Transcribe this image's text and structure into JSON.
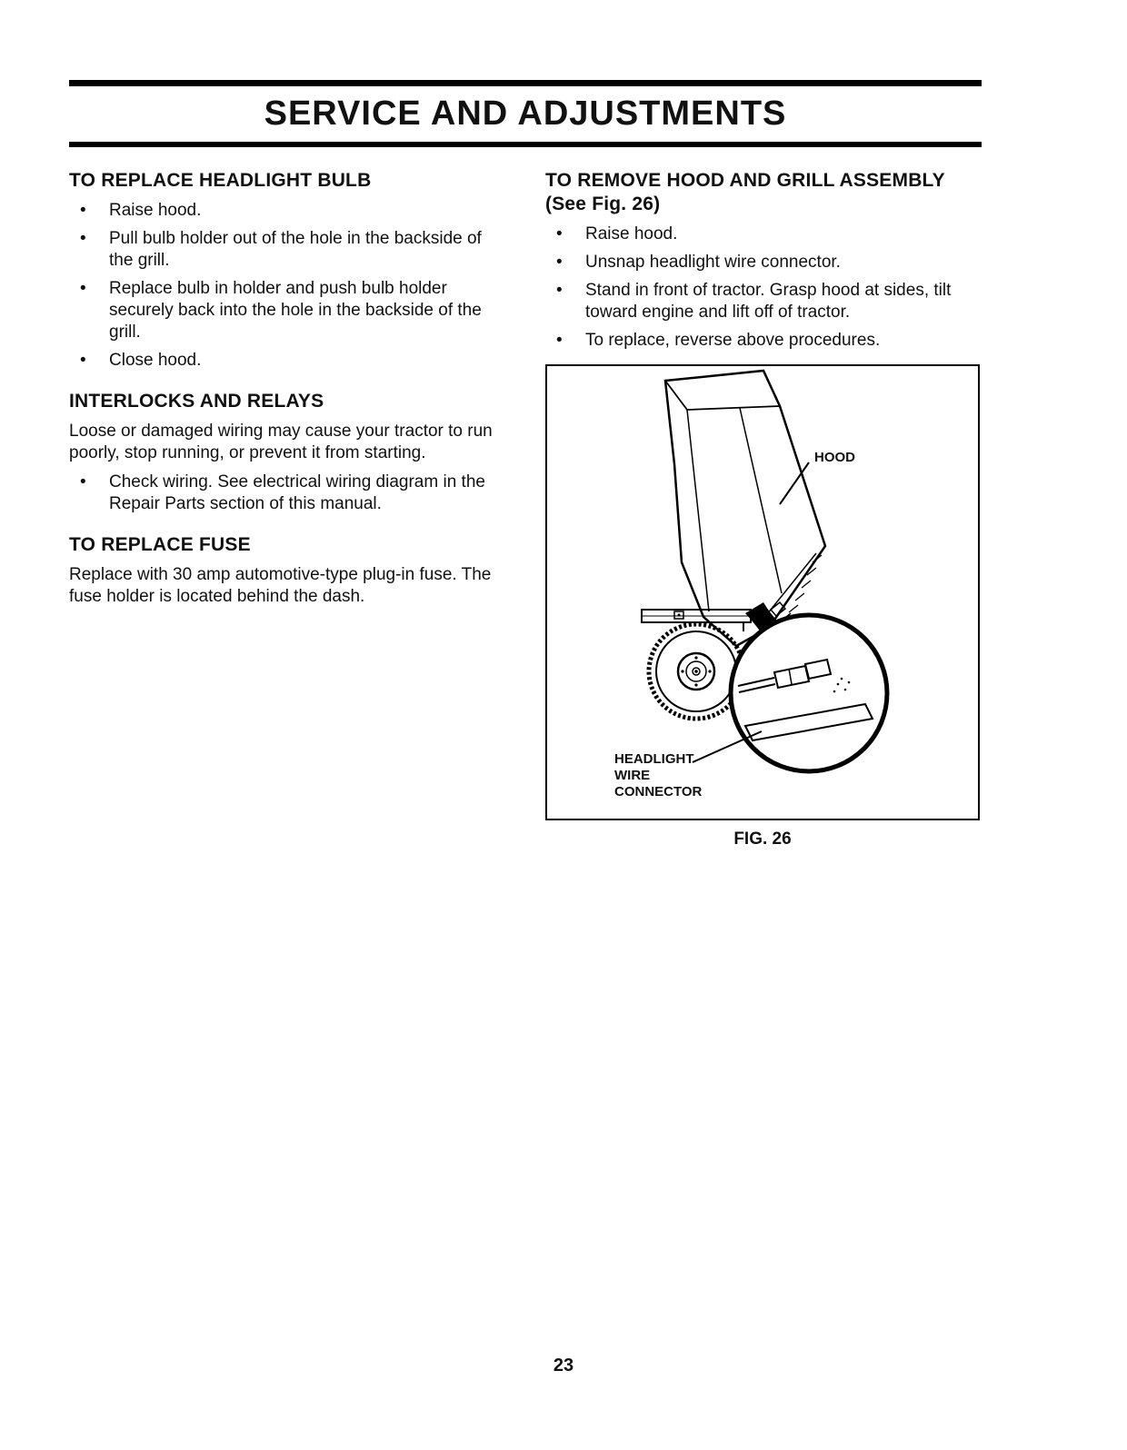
{
  "page": {
    "title": "SERVICE AND ADJUSTMENTS",
    "page_number": "23"
  },
  "left": {
    "replace_headlight": {
      "heading": "TO REPLACE HEADLIGHT BULB",
      "bullets": [
        "Raise hood.",
        "Pull bulb holder out of the hole in the backside of the grill.",
        "Replace bulb in holder and push bulb holder securely back into the hole in the backside of the grill.",
        "Close hood."
      ]
    },
    "interlocks": {
      "heading": "INTERLOCKS AND RELAYS",
      "intro": "Loose or damaged wiring may cause your tractor to run poorly, stop running, or prevent it from starting.",
      "bullets": [
        "Check wiring.  See electrical wiring diagram in the Repair Parts section of this manual."
      ]
    },
    "replace_fuse": {
      "heading": "TO REPLACE FUSE",
      "body": "Replace with 30 amp automotive-type plug-in fuse.  The fuse holder is located behind the dash."
    }
  },
  "right": {
    "remove_hood": {
      "heading": "TO REMOVE HOOD AND GRILL ASSEMBLY (See Fig. 26)",
      "bullets": [
        "Raise hood.",
        "Unsnap headlight wire connector.",
        "Stand in front of tractor.  Grasp hood at sides, tilt toward engine and lift off of tractor.",
        "To replace, reverse above procedures."
      ]
    },
    "figure": {
      "hood_label": "HOOD",
      "connector_label": "HEADLIGHT\nWIRE\nCONNECTOR",
      "caption": "FIG. 26"
    }
  }
}
